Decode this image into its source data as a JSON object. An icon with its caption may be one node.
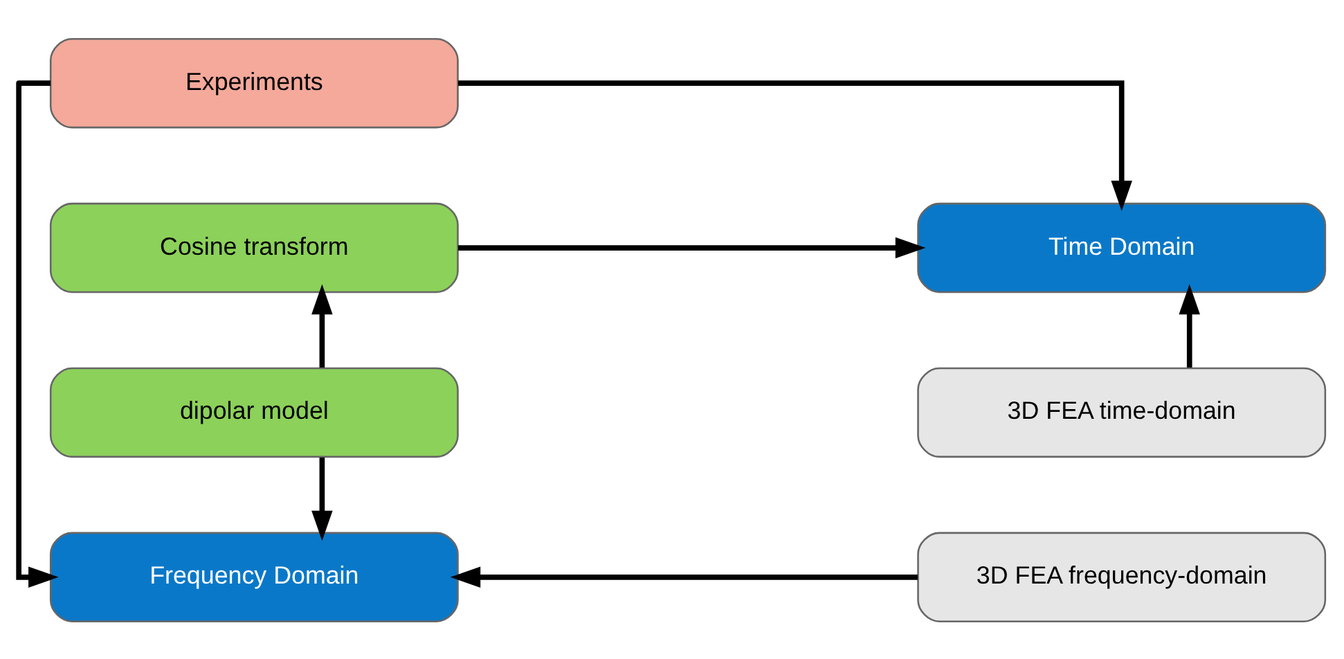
{
  "diagram": {
    "nodes": [
      {
        "text": [
          "Experiments"
        ]
      },
      {
        "text": [
          "Cosine transform"
        ]
      },
      {
        "text": [
          "Time Domain"
        ]
      },
      {
        "text": [
          "dipolar model"
        ]
      },
      {
        "text": [
          "3D FEA time-domain"
        ]
      },
      {
        "text": [
          "Frequency Domain"
        ]
      },
      {
        "text": [
          "3D FEA frequency-domain"
        ]
      }
    ],
    "edges": [
      {
        "from": 0,
        "to": 5,
        "arrow": "to"
      },
      {
        "from": 0,
        "to": 2,
        "arrow": "to"
      },
      {
        "from": 1,
        "to": 2,
        "arrow": "to"
      },
      {
        "from": 3,
        "to": 1,
        "arrow": "to"
      },
      {
        "from": 3,
        "to": 5,
        "arrow": "to"
      },
      {
        "from": 4,
        "to": 2,
        "arrow": "to"
      },
      {
        "from": 6,
        "to": 5,
        "arrow": "to"
      }
    ]
  }
}
